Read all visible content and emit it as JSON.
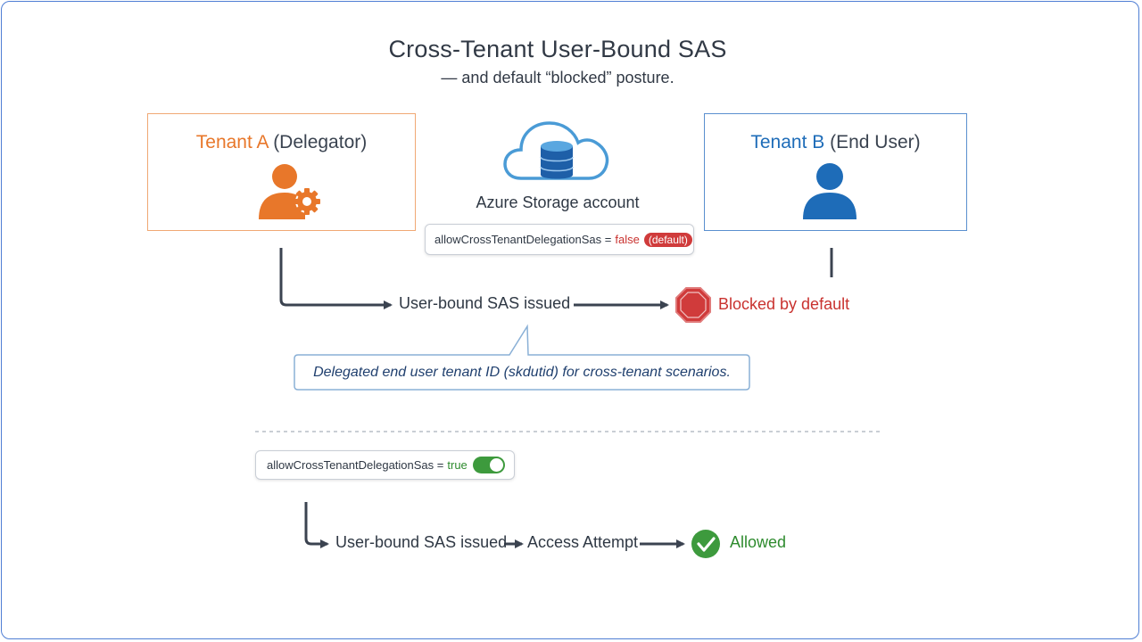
{
  "title": "Cross-Tenant User-Bound SAS",
  "subtitle": "— and default “blocked” posture.",
  "tenant_a": {
    "name": "Tenant A",
    "role": "(Delegator)",
    "icon": "user-gear-icon",
    "color": "#e8772a"
  },
  "tenant_b": {
    "name": "Tenant B",
    "role": "(End User)",
    "icon": "user-icon",
    "color": "#1e6cb8"
  },
  "storage": {
    "label": "Azure Storage account",
    "icon": "cloud-database-icon"
  },
  "setting_default": {
    "key": "allowCrossTenantDelegationSas =",
    "value": "false",
    "badge": "(default)"
  },
  "flow_blocked": {
    "step": "User-bound SAS issued",
    "result": "Blocked by default",
    "result_icon": "stop-sign-icon"
  },
  "callout": "Delegated end user tenant ID (skdutid) for cross-tenant scenarios.",
  "setting_enabled": {
    "key": "allowCrossTenantDelegationSas =",
    "value": "true",
    "toggle": "on"
  },
  "flow_allowed": {
    "step1": "User-bound SAS issued",
    "step2": "Access Attempt",
    "result": "Allowed",
    "result_icon": "check-circle-icon"
  },
  "colors": {
    "orange": "#e8772a",
    "blue": "#1e6cb8",
    "red": "#d03b3b",
    "green": "#3d9a3d",
    "arrow": "#3b4350"
  }
}
